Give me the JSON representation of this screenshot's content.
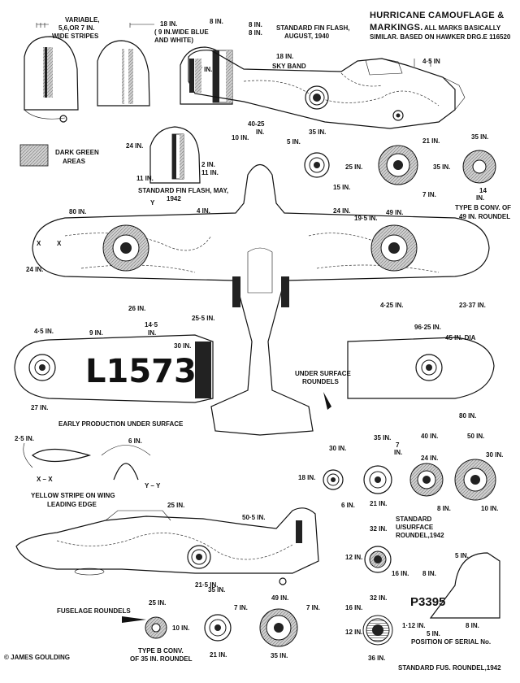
{
  "title": {
    "line1": "HURRICANE  CAMOUFLAGE &",
    "line2": "MARKINGS.",
    "line2b": "ALL MARKS BASICALLY",
    "line3": "SIMILAR.  BASED ON HAWKER DRG.E 116520"
  },
  "fins": {
    "variable": "VARIABLE,",
    "variable2": "5,6,OR 7 IN.",
    "variable3": "WIDE STRIPES",
    "d18": "18 IN.",
    "d18b": "( 9 IN.WIDE BLUE",
    "d18c": "AND WHITE)",
    "d8a": "8 IN.",
    "d8b": "8 IN.",
    "d8c": "8 IN.",
    "std1940": "STANDARD FIN FLASH,",
    "std1940b": "AUGUST, 1940",
    "d27": "27 IN.",
    "d18sky": "18 IN.",
    "sky": "SKY BAND",
    "d4_5": "4·5 IN",
    "std1942": "STANDARD  FIN FLASH, MAY,",
    "std1942b": "1942",
    "d24": "24 IN.",
    "d2": "2 IN.",
    "d11a": "11 IN.",
    "d11b": "11 IN."
  },
  "legend": {
    "dark_green": "DARK GREEN",
    "areas": "AREAS"
  },
  "roundels_top": {
    "d40_25": "40-25",
    "d40_25b": "IN.",
    "d10": "10 IN.",
    "d35": "35 IN.",
    "d5": "5 IN.",
    "d25": "25 IN.",
    "d15": "15 IN.",
    "d21": "21 IN.",
    "d35b": "35 IN.",
    "d7": "7 IN.",
    "d49": "49 IN.",
    "d35c": "35 IN.",
    "d14": "14",
    "d14b": "IN.",
    "typeb": "TYPE B  CONV. OF",
    "typeb2": "49 IN. ROUNDEL"
  },
  "plan": {
    "d80": "80 IN.",
    "y": "Y",
    "d4": "4 IN.",
    "d24": "24 IN.",
    "x1": "X",
    "x2": "X",
    "d24b": "24 IN.",
    "d19_5": "19·5 IN.",
    "d26": "26 IN.",
    "d25_5": "25·5 IN.",
    "d4_25": "4·25 IN.",
    "d23_37": "23·37 IN."
  },
  "early": {
    "d4_5": "4·5 IN.",
    "d9": "9 IN.",
    "d14_5": "14·5",
    "d14_5b": "IN.",
    "d30": "30 IN.",
    "serial": "L1573",
    "d27": "27 IN.",
    "caption": "EARLY PRODUCTION UNDER SURFACE"
  },
  "under": {
    "d96_25": "96·25 IN.",
    "d45": "45 IN. DIA",
    "label1": "UNDER SURFACE",
    "label2": "ROUNDELS",
    "d80": "80 IN."
  },
  "yellow": {
    "d2_5": "2·5 IN.",
    "d6": "6 IN.",
    "xx": "X – X",
    "yy": "Y – Y",
    "caption1": "YELLOW STRIPE ON WING",
    "caption2": "LEADING  EDGE"
  },
  "under_roundels": {
    "d30": "30 IN.",
    "d35": "35 IN.",
    "d7": "7",
    "d7b": "IN.",
    "d40": "40 IN.",
    "d50": "50 IN.",
    "d18": "18 IN.",
    "d24": "24 IN.",
    "d30b": "30 IN.",
    "d6": "6 IN.",
    "d21": "21 IN.",
    "d8": "8 IN.",
    "d10": "10 IN."
  },
  "side": {
    "d25": "25 IN.",
    "d50_5": "50·5 IN.",
    "d21_5": "21·5 IN."
  },
  "std_under": {
    "d32": "32 IN.",
    "d12": "12 IN.",
    "std": "STANDARD",
    "std2": "U/SURFACE",
    "std3": "ROUNDEL,1942",
    "d5": "5 IN.",
    "d16": "16 IN.",
    "d8": "8 IN."
  },
  "fus": {
    "label": "FUSELAGE ROUNDELS",
    "d25": "25 IN.",
    "d10": "10 IN.",
    "d35": "35 IN.",
    "d7": "7 IN.",
    "d21": "21 IN.",
    "d49": "49 IN.",
    "d7b": "7 IN.",
    "d35b": "35 IN.",
    "typeb": "TYPE B  CONV.",
    "typeb2": "OF 35 IN. ROUNDEL",
    "d32": "32 IN.",
    "d16": "16 IN.",
    "d12": "12 IN.",
    "d36": "36 IN.",
    "std": "STANDARD FUS. ROUNDEL,1942",
    "serial": "P3395",
    "d1_12": "1·12 IN.",
    "d5": "5 IN.",
    "d8": "8 IN.",
    "pos": "POSITION OF SERIAL No.",
    "credit": "© JAMES GOULDING"
  },
  "colors": {
    "ink": "#111111",
    "green_area": "#bdbdbd",
    "paper": "#ffffff"
  }
}
